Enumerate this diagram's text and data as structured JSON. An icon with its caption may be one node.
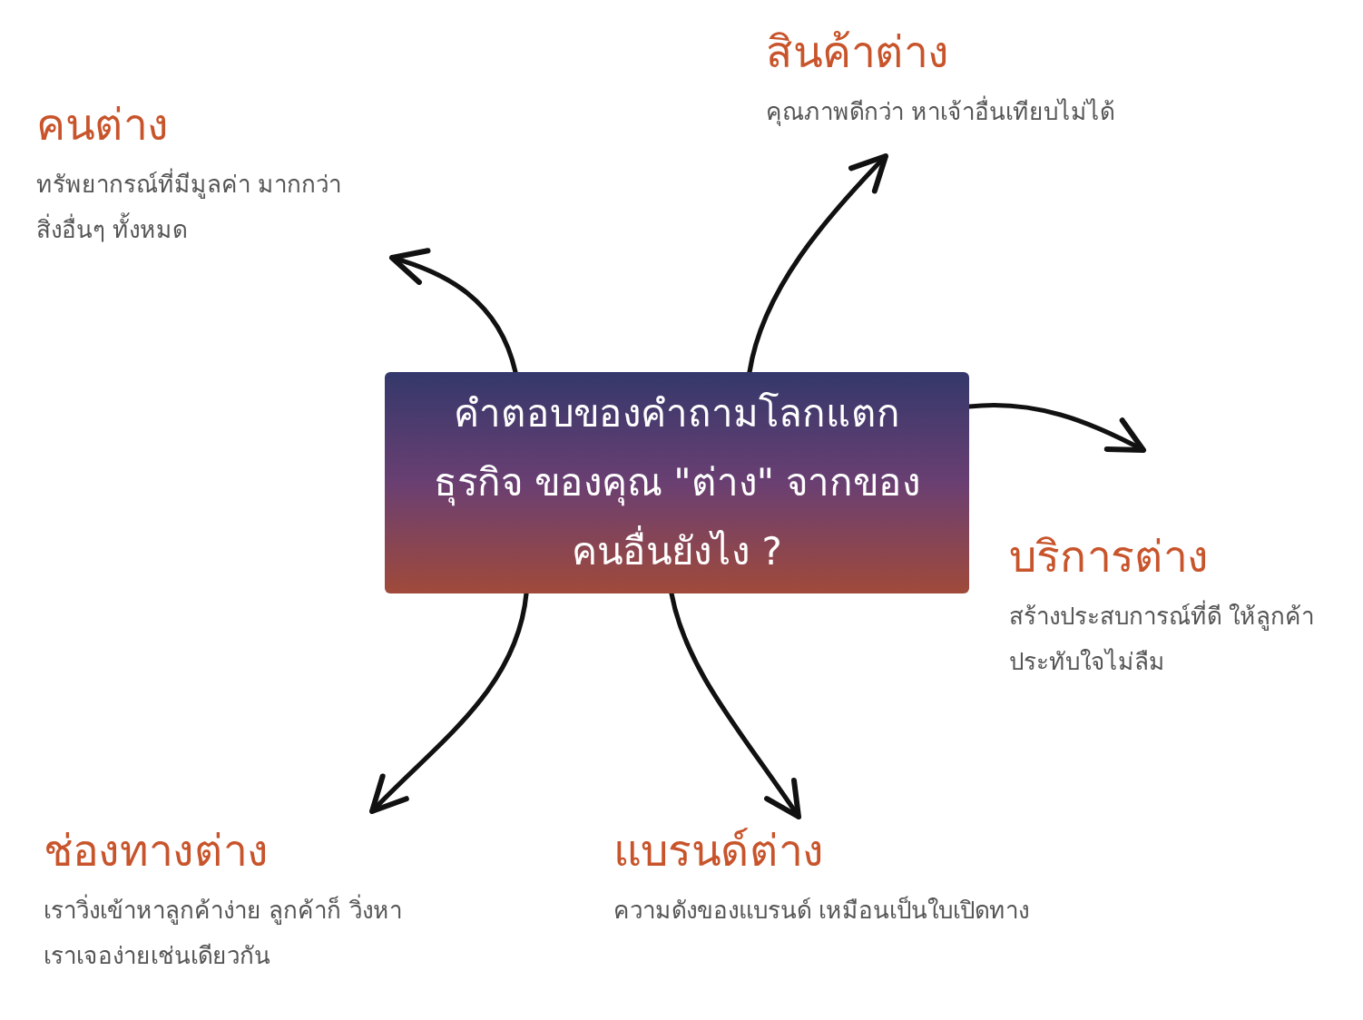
{
  "diagram": {
    "nodes": [
      {
        "text": [
          "คำตอบของคำถามโลกแตก ธุรกิจ ของคุณ \"ต่าง\" จากของคนอื่นยังไง ?"
        ]
      },
      {
        "text": [
          "คนต่าง",
          "ทรัพยากรณ์ที่มีมูลค่า มากกว่าสิ่งอื่นๆ ทั้งหมด"
        ]
      },
      {
        "text": [
          "สินค้าต่าง",
          "คุณภาพดีกว่า หาเจ้าอื่นเทียบไม่ได้"
        ]
      },
      {
        "text": [
          "บริการต่าง",
          "สร้างประสบการณ์ที่ดี ให้ลูกค้าประทับใจไม่ลืม"
        ]
      },
      {
        "text": [
          "ช่องทางต่าง",
          "เราวิ่งเข้าหาลูกค้าง่าย ลูกค้าก็ วิ่งหาเราเจอง่ายเช่นเดียวกัน"
        ]
      },
      {
        "text": [
          "แบรนด์ต่าง",
          "ความดังของแบรนด์ เหมือนเป็นใบเปิดทาง"
        ]
      }
    ],
    "edges": [
      {
        "from": 0,
        "to": 1,
        "arrow": "to"
      },
      {
        "from": 0,
        "to": 2,
        "arrow": "to"
      },
      {
        "from": 0,
        "to": 3,
        "arrow": "to"
      },
      {
        "from": 0,
        "to": 4,
        "arrow": "to"
      },
      {
        "from": 0,
        "to": 5,
        "arrow": "to"
      }
    ]
  }
}
